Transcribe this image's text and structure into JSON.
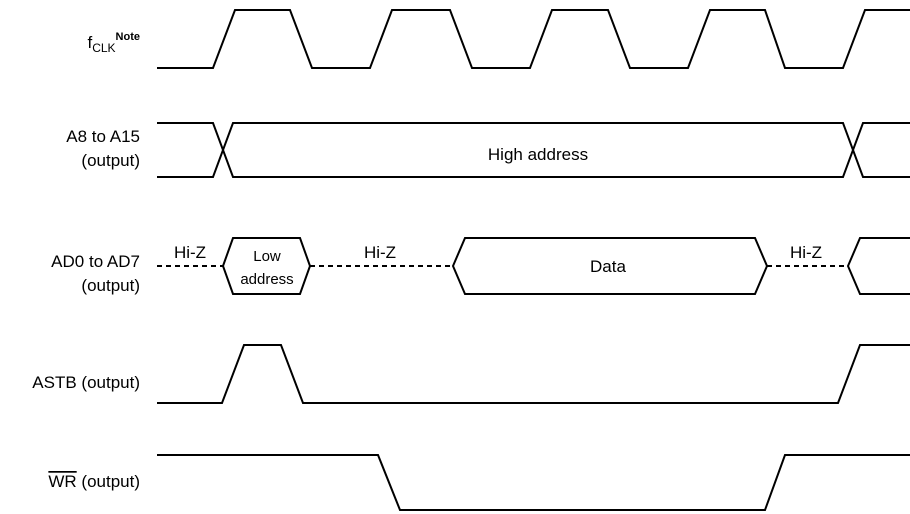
{
  "signals": {
    "fclk": {
      "label": "f",
      "sub": "CLK",
      "sup": "Note"
    },
    "a8a15": {
      "label_line1": "A8 to A15",
      "label_line2": "(output)",
      "bus_text": "High address"
    },
    "ad0ad7": {
      "label_line1": "AD0 to AD7",
      "label_line2": "(output)",
      "hiz_1": "Hi-Z",
      "hiz_2": "Hi-Z",
      "hiz_3": "Hi-Z",
      "low_line1": "Low",
      "low_line2": "address",
      "data": "Data"
    },
    "astb": {
      "label": "ASTB (output)"
    },
    "wr": {
      "label_bar": "WR",
      "label_rest": " (output)"
    }
  }
}
